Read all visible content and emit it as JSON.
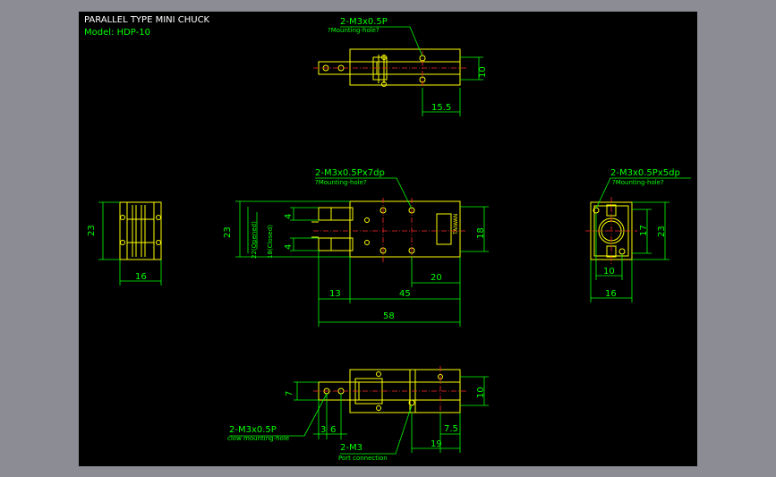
{
  "title": "PARALLEL TYPE MINI CHUCK",
  "model": "Model:  HDP-10",
  "colors": {
    "background": "#000000",
    "frame": "#8b8c94",
    "outline": "#ffff00",
    "dimension": "#00ff00",
    "centerline": "#ff2a2a"
  },
  "callouts": {
    "top_hole": "2-M3x0.5P",
    "top_hole_note": "?Mounting-hole?",
    "front_hole": "2-M3x0.5Px7dp",
    "front_hole_note": "?Mounting-hole?",
    "right_hole": "2-M3x0.5Px5dp",
    "right_hole_note": "?Mounting-hole?",
    "claw_hole": "2-M3x0.5P",
    "claw_hole_note": "clow mounting-hole",
    "port": "2-M3",
    "port_note": "Port connection"
  },
  "dimensions": {
    "top_height": "10",
    "top_offset": "15.5",
    "left_height": "23",
    "left_width": "16",
    "front_height": "23",
    "opened": "22(Opened)",
    "closed": "18(Closed)",
    "jaw_top": "4",
    "jaw_bottom": "4",
    "front_right_height": "18",
    "front_right_offset": "20",
    "jaw_length": "13",
    "body_length": "45",
    "total_length": "58",
    "right_inner_height": "17",
    "right_height": "23",
    "right_hole_spacing": "10",
    "right_width": "16",
    "bottom_left_height": "7",
    "bottom_right_height": "10",
    "bottom_dim_a": "3",
    "bottom_dim_b": "6",
    "bottom_offset_a": "7.5",
    "bottom_offset_b": "19"
  },
  "jaw_label": "TAIWAN"
}
